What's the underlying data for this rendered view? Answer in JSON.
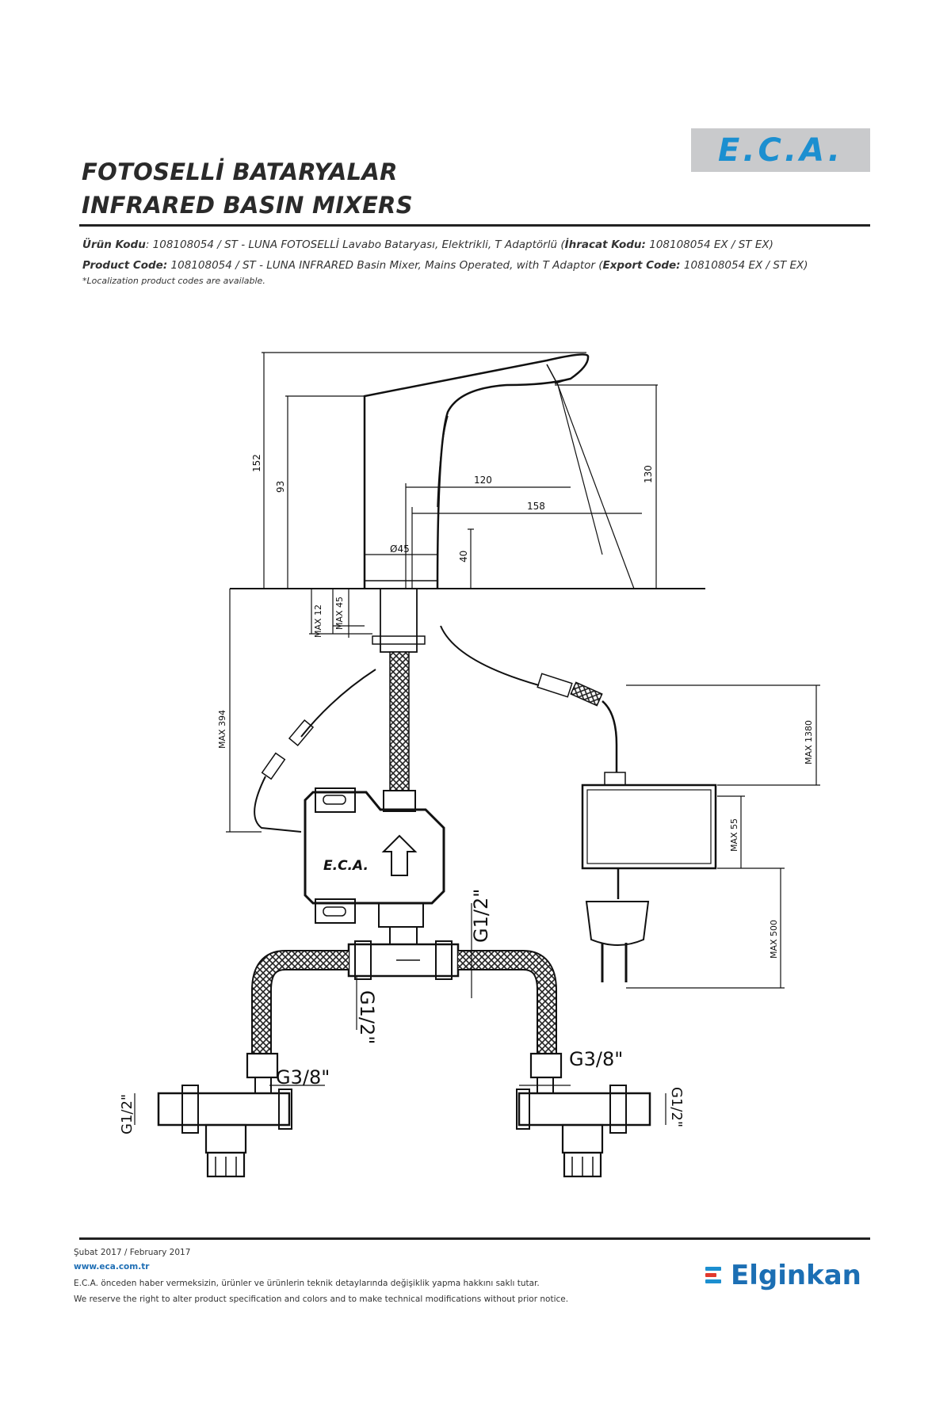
{
  "brand": {
    "logo": "E.C.A.",
    "partner": "Elginkan"
  },
  "titles": {
    "tr": "FOTOSELLİ BATARYALAR",
    "en": "INFRARED BASIN MIXERS"
  },
  "product": {
    "tr_label": "Ürün Kodu",
    "tr_text": ": 108108054 / ST - LUNA FOTOSELLİ Lavabo Bataryası, Elektrikli, T Adaptörlü (",
    "tr_export_label": "İhracat Kodu:",
    "tr_export": " 108108054 EX / ST EX)",
    "en_label": "Product Code:",
    "en_text": " 108108054 / ST - LUNA INFRARED Basin Mixer, Mains Operated, with T Adaptor (",
    "en_export_label": "Export Code:",
    "en_export": " 108108054 EX / ST EX)",
    "note": "*Localization product codes are available."
  },
  "drawing": {
    "dims": {
      "d152": "152",
      "d93": "93",
      "d120": "120",
      "d130": "130",
      "d158": "158",
      "d40": "40",
      "d45dia": "Ø45",
      "max12": "MAX 12",
      "max45": "MAX 45",
      "max394": "MAX 394",
      "max1380": "MAX 1380",
      "max55": "MAX 55",
      "max500": "MAX 500"
    },
    "threads": {
      "g12_top": "G1/2\"",
      "g12_bottom": "G1/2\"",
      "g38_left": "G3/8\"",
      "g38_right": "G3/8\"",
      "g12_left": "G1/2\"",
      "g12_right": "G1/2\""
    },
    "valve_logo": "E.C.A."
  },
  "footer": {
    "date": "Şubat 2017 / February 2017",
    "web": "www.eca.com.tr",
    "tr": "E.C.A. önceden haber vermeksizin, ürünler ve ürünlerin teknik detaylarında değişiklik yapma hakkını saklı tutar.",
    "en": "We reserve the right to alter product specification and colors and to make technical modifications without prior notice."
  }
}
